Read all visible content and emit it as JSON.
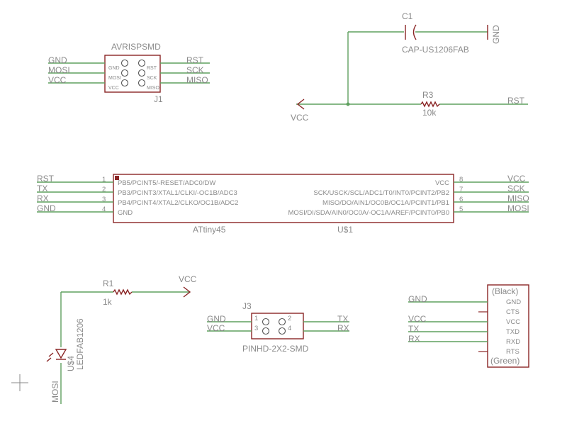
{
  "j1": {
    "title": "AVRISPSMD",
    "ref": "J1",
    "left_nets": [
      "GND",
      "MOSI",
      "VCC"
    ],
    "right_nets": [
      "RST",
      "SCK",
      "MISO"
    ],
    "left_pins": [
      "GND",
      "MOSI",
      "VCC"
    ],
    "right_pins": [
      "RST",
      "SCK",
      "MISO"
    ]
  },
  "c1": {
    "ref": "C1",
    "value": "CAP-US1206FAB",
    "gnd": "GND"
  },
  "r3": {
    "ref": "R3",
    "value": "10k",
    "left_net": "VCC",
    "right_net": "RST"
  },
  "u1": {
    "name": "ATtiny45",
    "ref": "U$1",
    "left_nets": [
      "RST",
      "TX",
      "RX",
      "GND"
    ],
    "right_nets": [
      "VCC",
      "SCK",
      "MISO",
      "MOSI"
    ],
    "left_nums": [
      "1",
      "2",
      "3",
      "4"
    ],
    "right_nums": [
      "8",
      "7",
      "6",
      "5"
    ],
    "left_funcs": [
      "PB5/PCINT5/-RESET/ADC0/DW",
      "PB3/PCINT3/XTAL1/CLKI/-OC1B/ADC3",
      "PB4/PCINT4/XTAL2/CLKO/OC1B/ADC2",
      "GND"
    ],
    "right_funcs": [
      "VCC",
      "SCK/USCK/SCL/ADC1/T0/INT0/PCINT2/PB2",
      "MISO/DO/AIN1/OC0B/OC1A/PCINT1/PB1",
      "MOSI/DI/SDA/AIN0/OC0A/-OC1A/AREF/PCINT0/PB0"
    ]
  },
  "r1": {
    "ref": "R1",
    "value": "1k",
    "net": "VCC"
  },
  "led": {
    "ref": "U$4",
    "value": "LEDFAB1206",
    "net": "MOSI"
  },
  "j3": {
    "ref": "J3",
    "value": "PINHD-2X2-SMD",
    "left_nets": [
      "GND",
      "VCC"
    ],
    "right_nets": [
      "TX",
      "RX"
    ],
    "nums": [
      "1",
      "2",
      "3",
      "4"
    ]
  },
  "ftdi": {
    "top_label": "(Black)",
    "bottom_label": "(Green)",
    "pins": [
      "GND",
      "CTS",
      "VCC",
      "TXD",
      "RXD",
      "RTS"
    ],
    "nets": [
      "GND",
      "VCC",
      "TX",
      "RX"
    ]
  }
}
